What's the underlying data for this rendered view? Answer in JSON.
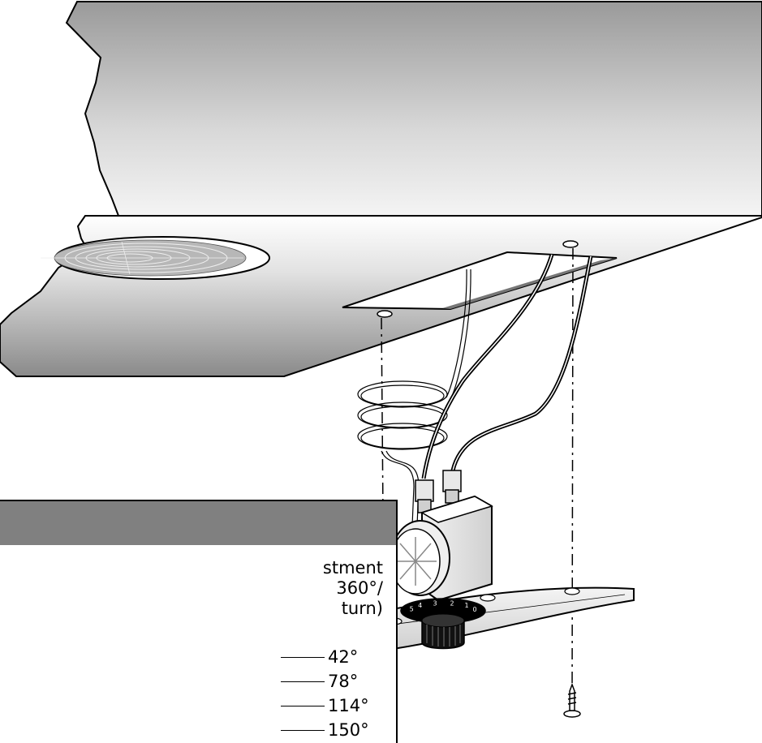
{
  "figure": {
    "dial_numbers": [
      "5",
      "4",
      "3",
      "2",
      "1",
      "0"
    ]
  },
  "table": {
    "adjustment_lines": [
      "stment",
      "360°/",
      "turn)"
    ],
    "degree_values": [
      "42°",
      "78°",
      "114°",
      "150°"
    ]
  },
  "colors": {
    "header_gray": "#808080",
    "ink": "#000000",
    "background": "#ffffff"
  }
}
